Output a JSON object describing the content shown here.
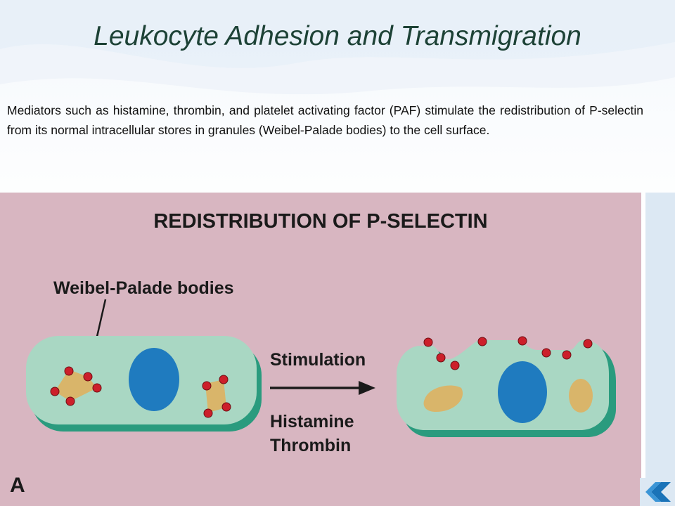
{
  "slide": {
    "title": "Leukocyte Adhesion and Transmigration",
    "body": "Mediators such as histamine, thrombin, and platelet activating factor (PAF) stimulate the redistribution of P-selectin from its normal intracellular stores in granules (Weibel-Palade bodies) to the cell surface."
  },
  "figure": {
    "heading": "REDISTRIBUTION OF P-SELECTIN",
    "callout": "Weibel-Palade bodies",
    "arrow_top": "Stimulation",
    "arrow_bottom_1": "Histamine",
    "arrow_bottom_2": "Thrombin",
    "panel_letter": "A",
    "colors": {
      "panel": "#d8b6c1",
      "cell": "#a9d7c3",
      "cell_edge": "#2a9b7e",
      "nucleus": "#1f7bbf",
      "granule": "#d9b56a",
      "selectin": "#cc1f2a"
    }
  },
  "nav": {
    "icon": "next-slide-arrow-icon"
  }
}
